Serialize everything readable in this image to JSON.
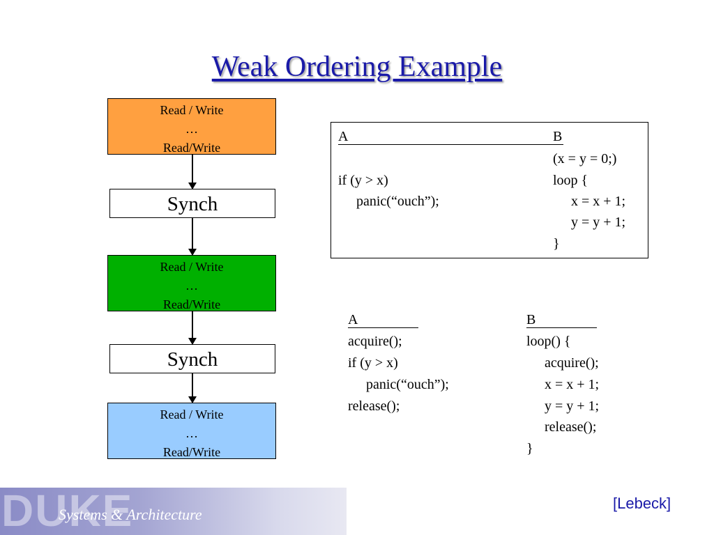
{
  "slide": {
    "title": "Weak Ordering Example",
    "citation": "[Lebeck]"
  },
  "flow": {
    "block1": {
      "line1": "Read / Write",
      "line2": "…",
      "line3": "Read/Write",
      "color": "#ffa040"
    },
    "synch1": "Synch",
    "block2": {
      "line1": "Read / Write",
      "line2": "…",
      "line3": "Read/Write",
      "color": "#00b000"
    },
    "synch2": "Synch",
    "block3": {
      "line1": "Read / Write",
      "line2": "…",
      "line3": "Read/Write",
      "color": "#99ccff"
    }
  },
  "example1": {
    "a_header": "A",
    "b_header": "B",
    "a_lines": [
      "if (y > x)",
      "panic(“ouch”);"
    ],
    "b_lines": [
      "(x = y = 0;)",
      "loop {",
      "x = x + 1;",
      "y = y + 1;",
      "}"
    ]
  },
  "example2": {
    "a_header": "A",
    "b_header": "B",
    "a_lines": [
      "acquire();",
      "if (y > x)",
      "panic(“ouch”);",
      "release();"
    ],
    "b_lines": [
      "loop() {",
      "acquire();",
      "x = x + 1;",
      "y = y + 1;",
      "release();",
      "}"
    ]
  },
  "footer": {
    "logo_text": "DUKE",
    "subtitle": "Systems & Architecture"
  }
}
